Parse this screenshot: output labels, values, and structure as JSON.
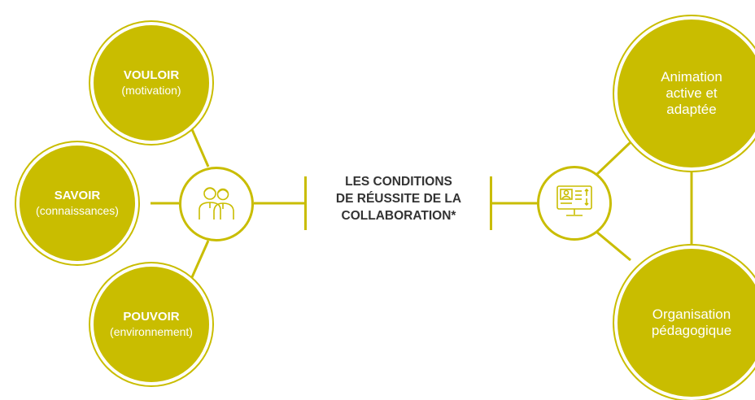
{
  "colors": {
    "accent": "#c9bd00",
    "text_dark": "#333333",
    "background": "#ffffff"
  },
  "center": {
    "lines": [
      "LES CONDITIONS",
      "DE RÉUSSITE DE LA",
      "COLLABORATION*"
    ]
  },
  "left_group": {
    "hub_icon": "people-icon",
    "circles": [
      {
        "title": "VOULOIR",
        "subtitle": "(motivation)"
      },
      {
        "title": "SAVOIR",
        "subtitle": "(connaissances)"
      },
      {
        "title": "POUVOIR",
        "subtitle": "(environnement)"
      }
    ]
  },
  "right_group": {
    "hub_icon": "computer-screen-icon",
    "circles": [
      {
        "lines": [
          "Animation",
          "active et",
          "adaptée"
        ]
      },
      {
        "lines": [
          "Organisation",
          "pédagogique"
        ]
      }
    ]
  }
}
